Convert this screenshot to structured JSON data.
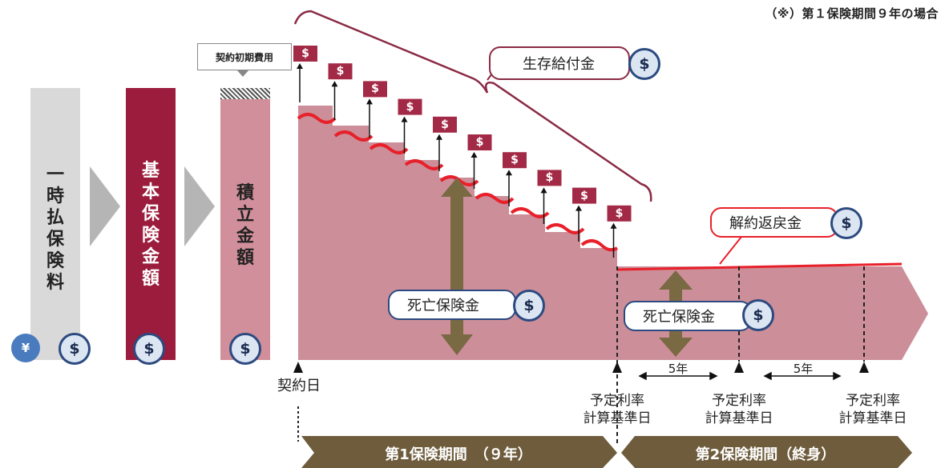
{
  "note": "（※）第１保険期間９年の場合",
  "columns": {
    "premium": [
      "一",
      "時",
      "払",
      "保",
      "険",
      "料"
    ],
    "basic": [
      "基",
      "本",
      "保",
      "険",
      "金",
      "額"
    ],
    "reserve": [
      "積",
      "立",
      "金",
      "額"
    ]
  },
  "initial_cost_label": "契約初期費用",
  "currency": {
    "yen": "¥",
    "dollar": "$"
  },
  "labels": {
    "survival_benefit": "生存給付金",
    "surrender_value": "解約返戻金",
    "death_benefit_1": "死亡保険金",
    "death_benefit_2": "死亡保険金",
    "contract_date": "契約日",
    "rate_date_1": [
      "予定利率",
      "計算基準日"
    ],
    "rate_date_2": [
      "予定利率",
      "計算基準日"
    ],
    "rate_date_3": [
      "予定利率",
      "計算基準日"
    ],
    "interval_1": "5年",
    "interval_2": "5年"
  },
  "periods": {
    "first": "第1保険期間　（９年）",
    "second": "第2保険期間（終身）"
  },
  "colors": {
    "premium_bar": "#d9d9d9",
    "basic_bar": "#9b1c3c",
    "reserve_bar": "#d18f9b",
    "chart_fill": "#cc8f99",
    "red_line": "#e8202a",
    "payout_box": "#a32a46",
    "double_arrow": "#7a6a44",
    "banner": "#6e5c3c"
  }
}
